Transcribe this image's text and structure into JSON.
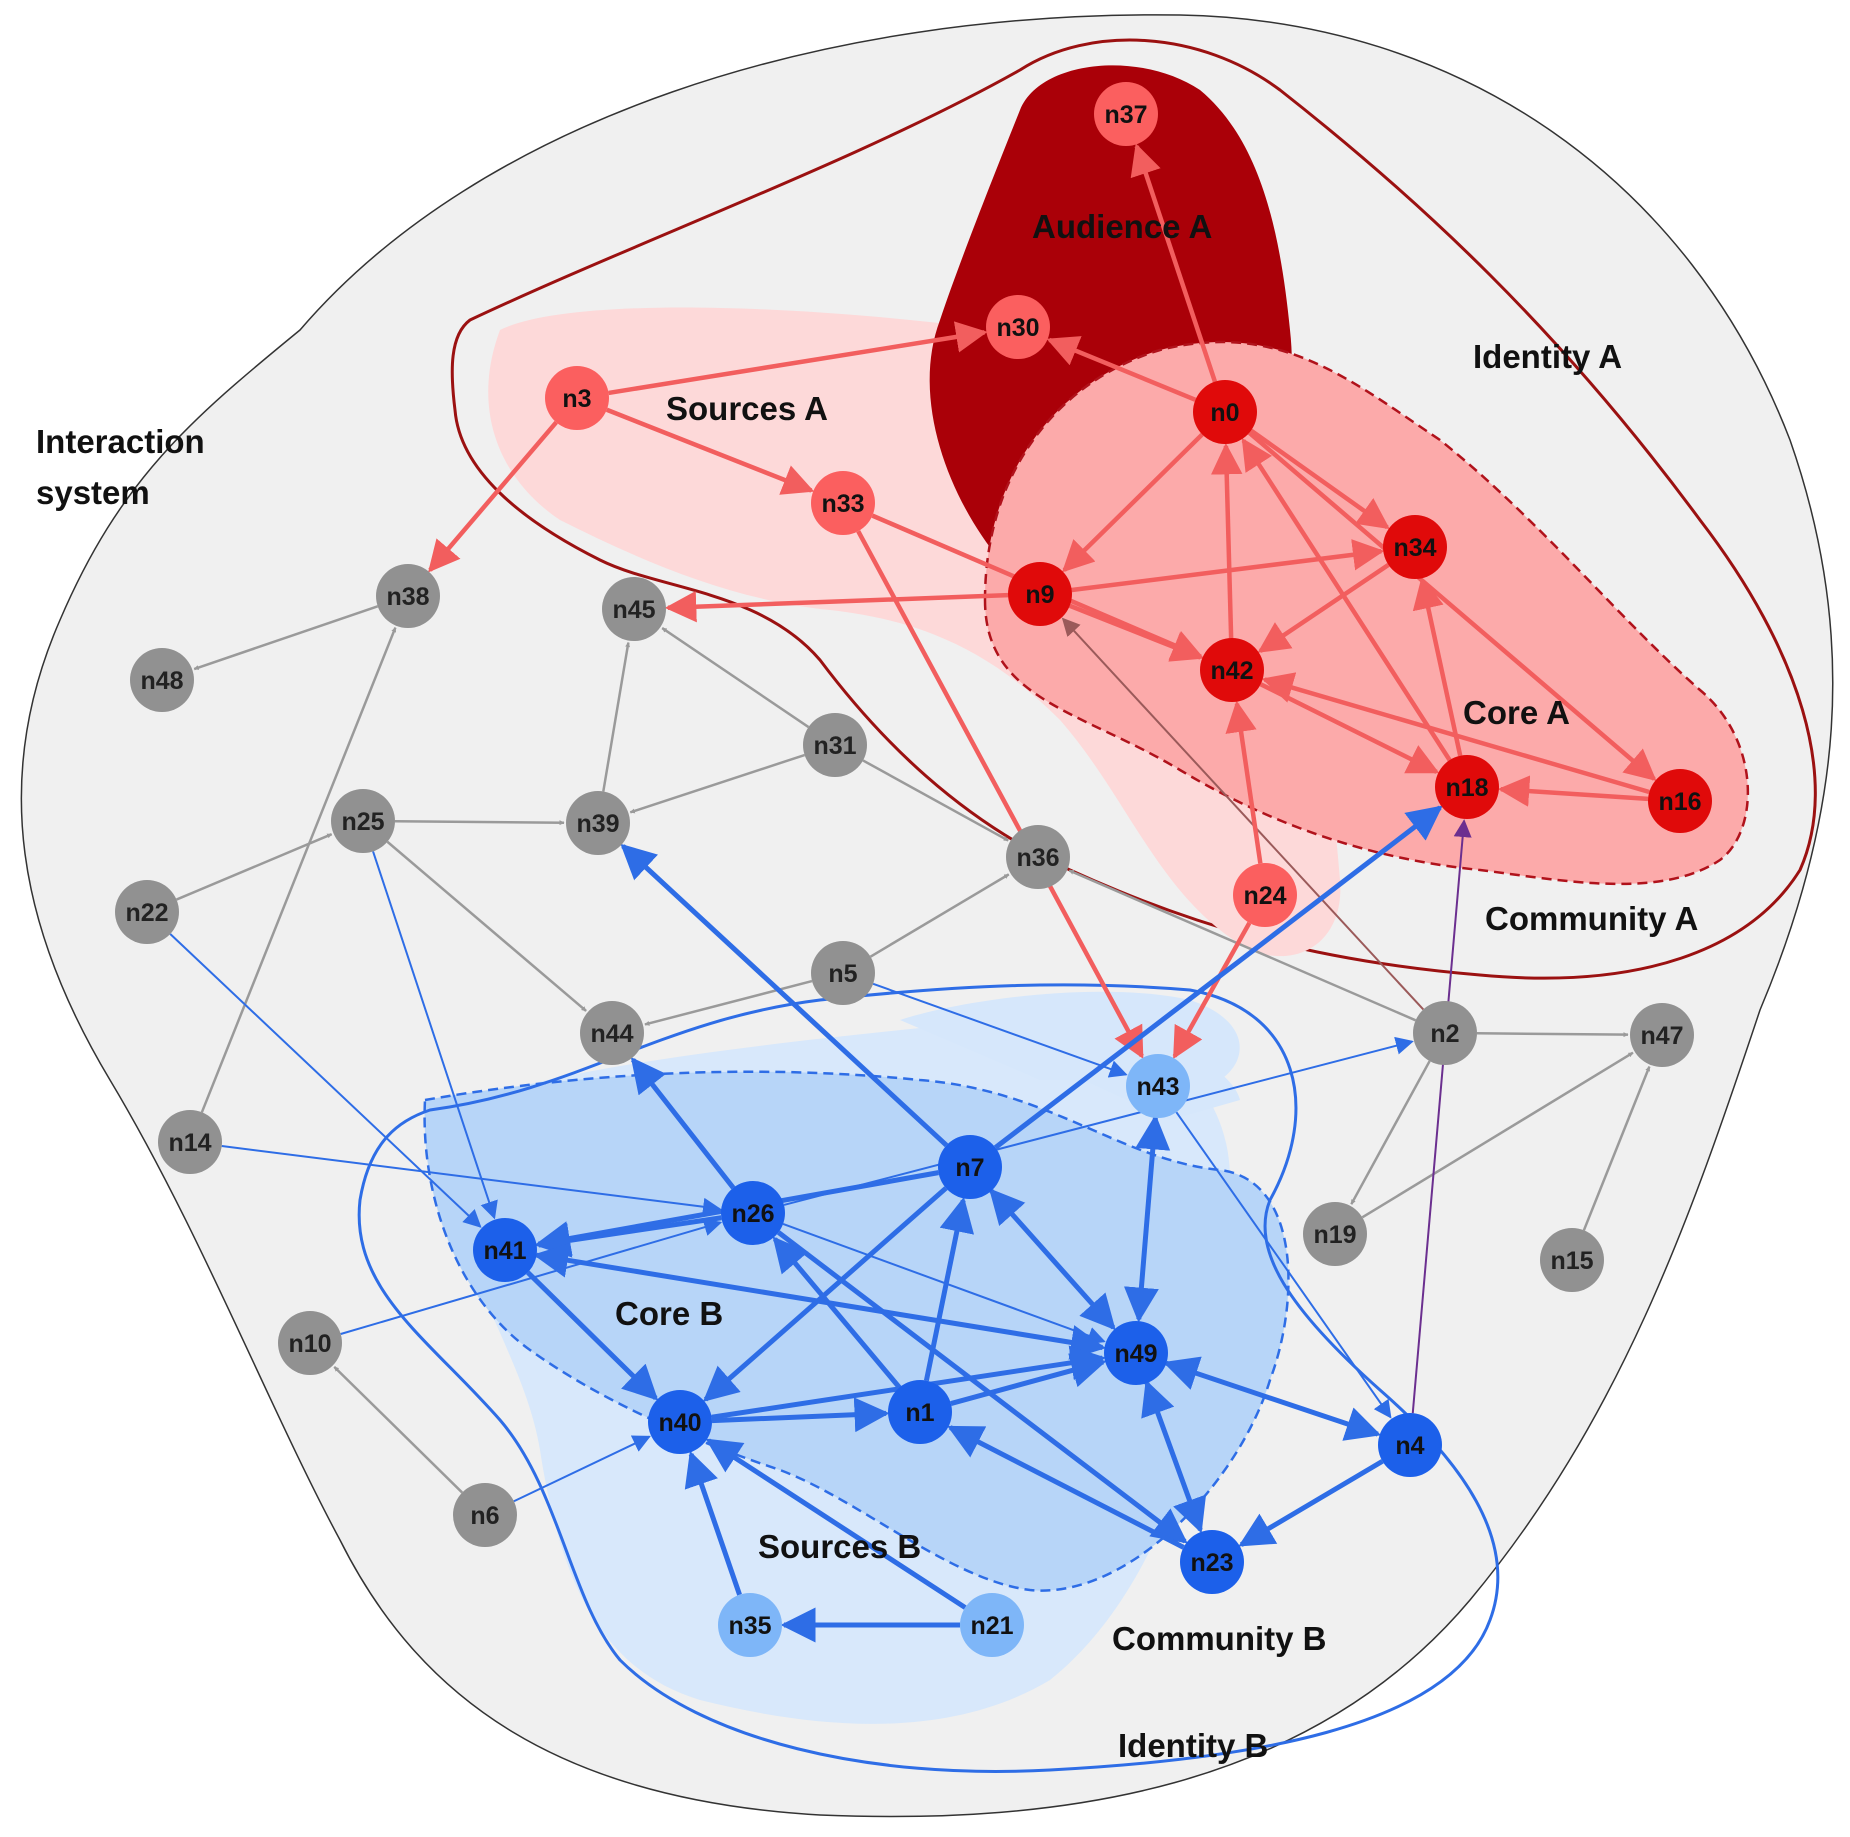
{
  "labels": {
    "interaction_system": [
      "Interaction",
      "system"
    ],
    "identity_a": "Identity A",
    "community_a": "Community A",
    "audience_a": "Audience A",
    "sources_a": "Sources A",
    "core_a": "Core A",
    "identity_b": "Identity B",
    "community_b": "Community B",
    "core_b": "Core B",
    "sources_b": "Sources B"
  },
  "colors": {
    "gray_node": "#919191",
    "red_light": "#fb5f5f",
    "red_dark": "#e00a0a",
    "blue_light": "#7eb6f8",
    "blue_dark": "#1c60ea",
    "gray_edge": "#9a9a9a",
    "red_edge": "#f25e5e",
    "blue_edge": "#2e6de6",
    "purple_edge": "#6b2f8f"
  },
  "nodes": [
    {
      "id": "n0",
      "kind": "red_dark"
    },
    {
      "id": "n1",
      "kind": "blue_dark"
    },
    {
      "id": "n2",
      "kind": "gray_node"
    },
    {
      "id": "n3",
      "kind": "red_light"
    },
    {
      "id": "n4",
      "kind": "blue_dark"
    },
    {
      "id": "n5",
      "kind": "gray_node"
    },
    {
      "id": "n6",
      "kind": "gray_node"
    },
    {
      "id": "n7",
      "kind": "blue_dark"
    },
    {
      "id": "n9",
      "kind": "red_dark"
    },
    {
      "id": "n10",
      "kind": "gray_node"
    },
    {
      "id": "n14",
      "kind": "gray_node"
    },
    {
      "id": "n15",
      "kind": "gray_node"
    },
    {
      "id": "n16",
      "kind": "red_dark"
    },
    {
      "id": "n18",
      "kind": "red_dark"
    },
    {
      "id": "n19",
      "kind": "gray_node"
    },
    {
      "id": "n21",
      "kind": "blue_light"
    },
    {
      "id": "n22",
      "kind": "gray_node"
    },
    {
      "id": "n23",
      "kind": "blue_dark"
    },
    {
      "id": "n24",
      "kind": "red_light"
    },
    {
      "id": "n25",
      "kind": "gray_node"
    },
    {
      "id": "n26",
      "kind": "blue_dark"
    },
    {
      "id": "n30",
      "kind": "red_light"
    },
    {
      "id": "n31",
      "kind": "gray_node"
    },
    {
      "id": "n33",
      "kind": "red_light"
    },
    {
      "id": "n34",
      "kind": "red_dark"
    },
    {
      "id": "n35",
      "kind": "blue_light"
    },
    {
      "id": "n36",
      "kind": "gray_node"
    },
    {
      "id": "n37",
      "kind": "red_light"
    },
    {
      "id": "n38",
      "kind": "gray_node"
    },
    {
      "id": "n39",
      "kind": "gray_node"
    },
    {
      "id": "n40",
      "kind": "blue_dark"
    },
    {
      "id": "n41",
      "kind": "blue_dark"
    },
    {
      "id": "n42",
      "kind": "red_dark"
    },
    {
      "id": "n43",
      "kind": "blue_light"
    },
    {
      "id": "n44",
      "kind": "gray_node"
    },
    {
      "id": "n45",
      "kind": "gray_node"
    },
    {
      "id": "n47",
      "kind": "gray_node"
    },
    {
      "id": "n48",
      "kind": "gray_node"
    },
    {
      "id": "n49",
      "kind": "blue_dark"
    }
  ],
  "edges": [
    {
      "from": "n38",
      "to": "n48",
      "kind": "gray"
    },
    {
      "from": "n14",
      "to": "n38",
      "kind": "gray"
    },
    {
      "from": "n22",
      "to": "n25",
      "kind": "gray"
    },
    {
      "from": "n25",
      "to": "n39",
      "kind": "gray"
    },
    {
      "from": "n25",
      "to": "n44",
      "kind": "gray"
    },
    {
      "from": "n39",
      "to": "n45",
      "kind": "gray"
    },
    {
      "from": "n31",
      "to": "n45",
      "kind": "gray"
    },
    {
      "from": "n31",
      "to": "n39",
      "kind": "gray"
    },
    {
      "from": "n31",
      "to": "n36",
      "kind": "gray"
    },
    {
      "from": "n5",
      "to": "n36",
      "kind": "gray"
    },
    {
      "from": "n5",
      "to": "n44",
      "kind": "gray"
    },
    {
      "from": "n2",
      "to": "n36",
      "kind": "gray"
    },
    {
      "from": "n2",
      "to": "n47",
      "kind": "gray"
    },
    {
      "from": "n2",
      "to": "n19",
      "kind": "gray"
    },
    {
      "from": "n19",
      "to": "n47",
      "kind": "gray"
    },
    {
      "from": "n15",
      "to": "n47",
      "kind": "gray"
    },
    {
      "from": "n6",
      "to": "n10",
      "kind": "gray"
    },
    {
      "from": "n2",
      "to": "n9",
      "kind": "brown"
    },
    {
      "from": "n4",
      "to": "n18",
      "kind": "purple"
    },
    {
      "from": "n3",
      "to": "n30",
      "kind": "red"
    },
    {
      "from": "n3",
      "to": "n33",
      "kind": "red"
    },
    {
      "from": "n3",
      "to": "n38",
      "kind": "red"
    },
    {
      "from": "n0",
      "to": "n30",
      "kind": "red"
    },
    {
      "from": "n0",
      "to": "n37",
      "kind": "red"
    },
    {
      "from": "n0",
      "to": "n9",
      "kind": "red"
    },
    {
      "from": "n0",
      "to": "n34",
      "kind": "red"
    },
    {
      "from": "n0",
      "to": "n16",
      "kind": "red"
    },
    {
      "from": "n33",
      "to": "n42",
      "kind": "red"
    },
    {
      "from": "n33",
      "to": "n43",
      "kind": "red"
    },
    {
      "from": "n9",
      "to": "n45",
      "kind": "red"
    },
    {
      "from": "n9",
      "to": "n34",
      "kind": "red"
    },
    {
      "from": "n9",
      "to": "n42",
      "kind": "red"
    },
    {
      "from": "n42",
      "to": "n0",
      "kind": "red"
    },
    {
      "from": "n34",
      "to": "n42",
      "kind": "red"
    },
    {
      "from": "n42",
      "to": "n18",
      "kind": "red"
    },
    {
      "from": "n16",
      "to": "n42",
      "kind": "red"
    },
    {
      "from": "n16",
      "to": "n18",
      "kind": "red"
    },
    {
      "from": "n18",
      "to": "n34",
      "kind": "red"
    },
    {
      "from": "n18",
      "to": "n0",
      "kind": "red"
    },
    {
      "from": "n24",
      "to": "n42",
      "kind": "red"
    },
    {
      "from": "n24",
      "to": "n43",
      "kind": "red"
    },
    {
      "from": "n7",
      "to": "n39",
      "kind": "blue"
    },
    {
      "from": "n7",
      "to": "n18",
      "kind": "blue"
    },
    {
      "from": "n7",
      "to": "n41",
      "kind": "blue"
    },
    {
      "from": "n7",
      "to": "n40",
      "kind": "blue"
    },
    {
      "from": "n7",
      "to": "n49",
      "kind": "blue",
      "both": true
    },
    {
      "from": "n26",
      "to": "n44",
      "kind": "blue"
    },
    {
      "from": "n26",
      "to": "n2",
      "kind": "blue_thin"
    },
    {
      "from": "n26",
      "to": "n41",
      "kind": "blue"
    },
    {
      "from": "n26",
      "to": "n49",
      "kind": "blue_thin"
    },
    {
      "from": "n26",
      "to": "n23",
      "kind": "blue"
    },
    {
      "from": "n1",
      "to": "n26",
      "kind": "blue"
    },
    {
      "from": "n1",
      "to": "n7",
      "kind": "blue"
    },
    {
      "from": "n1",
      "to": "n49",
      "kind": "blue"
    },
    {
      "from": "n41",
      "to": "n40",
      "kind": "blue"
    },
    {
      "from": "n41",
      "to": "n49",
      "kind": "blue",
      "both": true
    },
    {
      "from": "n40",
      "to": "n1",
      "kind": "blue"
    },
    {
      "from": "n40",
      "to": "n49",
      "kind": "blue"
    },
    {
      "from": "n49",
      "to": "n4",
      "kind": "blue",
      "both": true
    },
    {
      "from": "n49",
      "to": "n23",
      "kind": "blue",
      "both": true
    },
    {
      "from": "n4",
      "to": "n23",
      "kind": "blue"
    },
    {
      "from": "n23",
      "to": "n1",
      "kind": "blue"
    },
    {
      "from": "n43",
      "to": "n49",
      "kind": "blue",
      "both": true
    },
    {
      "from": "n43",
      "to": "n4",
      "kind": "blue_thin"
    },
    {
      "from": "n21",
      "to": "n35",
      "kind": "blue"
    },
    {
      "from": "n21",
      "to": "n40",
      "kind": "blue"
    },
    {
      "from": "n35",
      "to": "n40",
      "kind": "blue"
    },
    {
      "from": "n10",
      "to": "n26",
      "kind": "blue_thin"
    },
    {
      "from": "n6",
      "to": "n40",
      "kind": "blue_thin"
    },
    {
      "from": "n14",
      "to": "n26",
      "kind": "blue_thin"
    },
    {
      "from": "n22",
      "to": "n41",
      "kind": "blue_thin"
    },
    {
      "from": "n25",
      "to": "n41",
      "kind": "blue_thin"
    },
    {
      "from": "n5",
      "to": "n43",
      "kind": "blue_thin"
    }
  ]
}
